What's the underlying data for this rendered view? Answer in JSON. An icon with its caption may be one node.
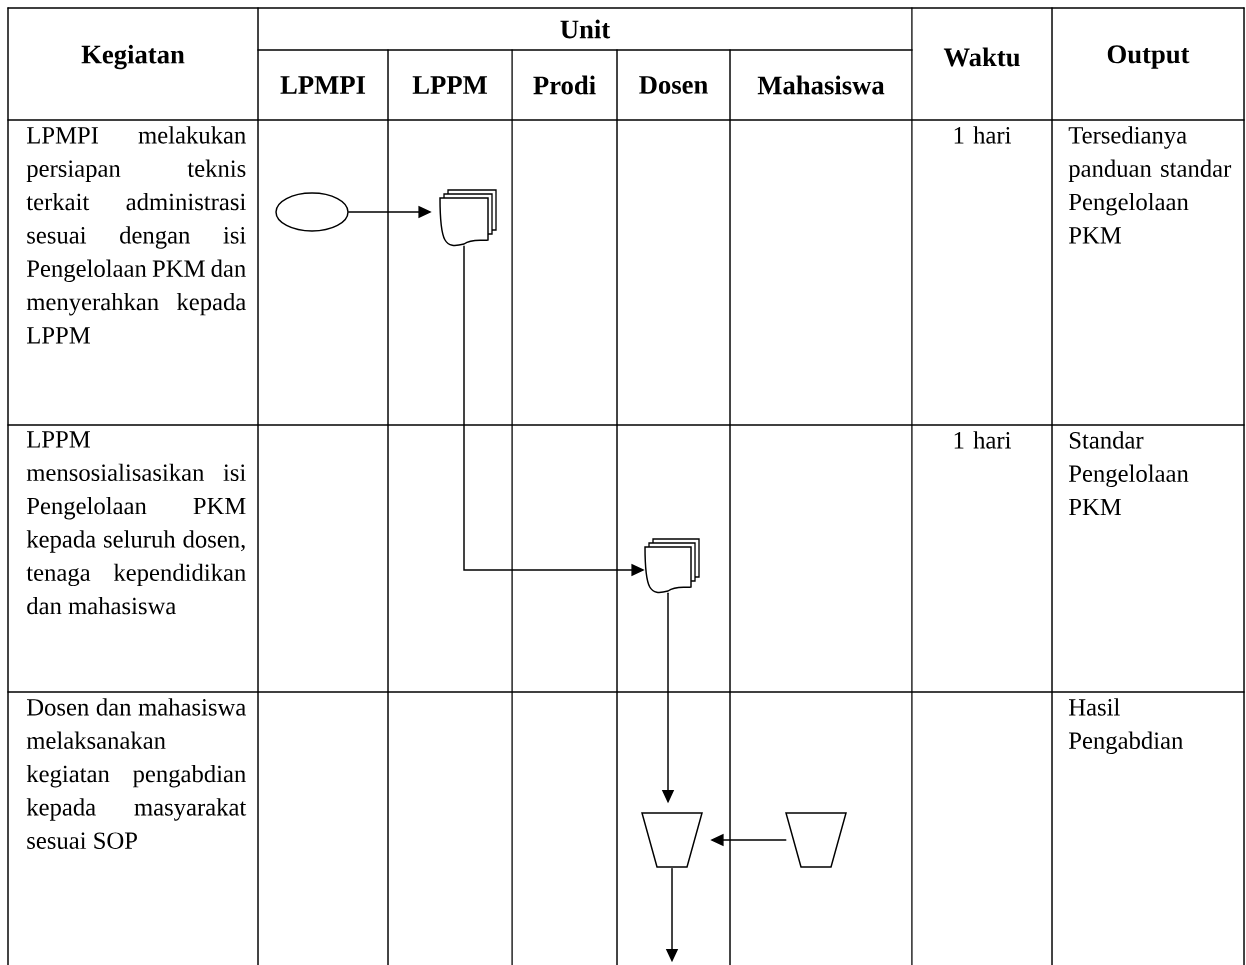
{
  "diagram": {
    "nodes": [
      {
        "text": [],
        "shape": "ellipse"
      },
      {
        "text": [],
        "shape": "document"
      },
      {
        "text": [],
        "shape": "document"
      },
      {
        "text": [],
        "shape": "trapezoid"
      },
      {
        "text": [],
        "shape": "trapezoid"
      }
    ],
    "edges": [
      {
        "from": 0,
        "to": 1,
        "arrow": "to"
      },
      {
        "from": 1,
        "to": 2,
        "arrow": "to"
      },
      {
        "from": 2,
        "to": 3,
        "arrow": "to"
      },
      {
        "from": 4,
        "to": 3,
        "arrow": "to"
      },
      {
        "from": 3,
        "to": null,
        "arrow": "to"
      }
    ],
    "labels": [
      "Kegiatan",
      "Unit",
      "Waktu",
      "Output",
      "LPMPI",
      "LPPM",
      "Prodi",
      "Dosen",
      "Mahasiswa",
      "LPMPI melakukan persiapan teknis terkait administrasi sesuai dengan isi Pengelolaan PKM dan menyerahkan kepada LPPM",
      "1 hari",
      "Tersedianya panduan standar Pengelolaan PKM",
      "LPPM mensosialisasikan isi Pengelolaan PKM kepada seluruh dosen, tenaga kependidikan dan mahasiswa",
      "1 hari",
      "Standar Pengelolaan PKM",
      "Dosen dan mahasiswa melaksanakan kegiatan pengabdian kepada masyarakat sesuai SOP",
      "Hasil Pengabdian"
    ]
  }
}
